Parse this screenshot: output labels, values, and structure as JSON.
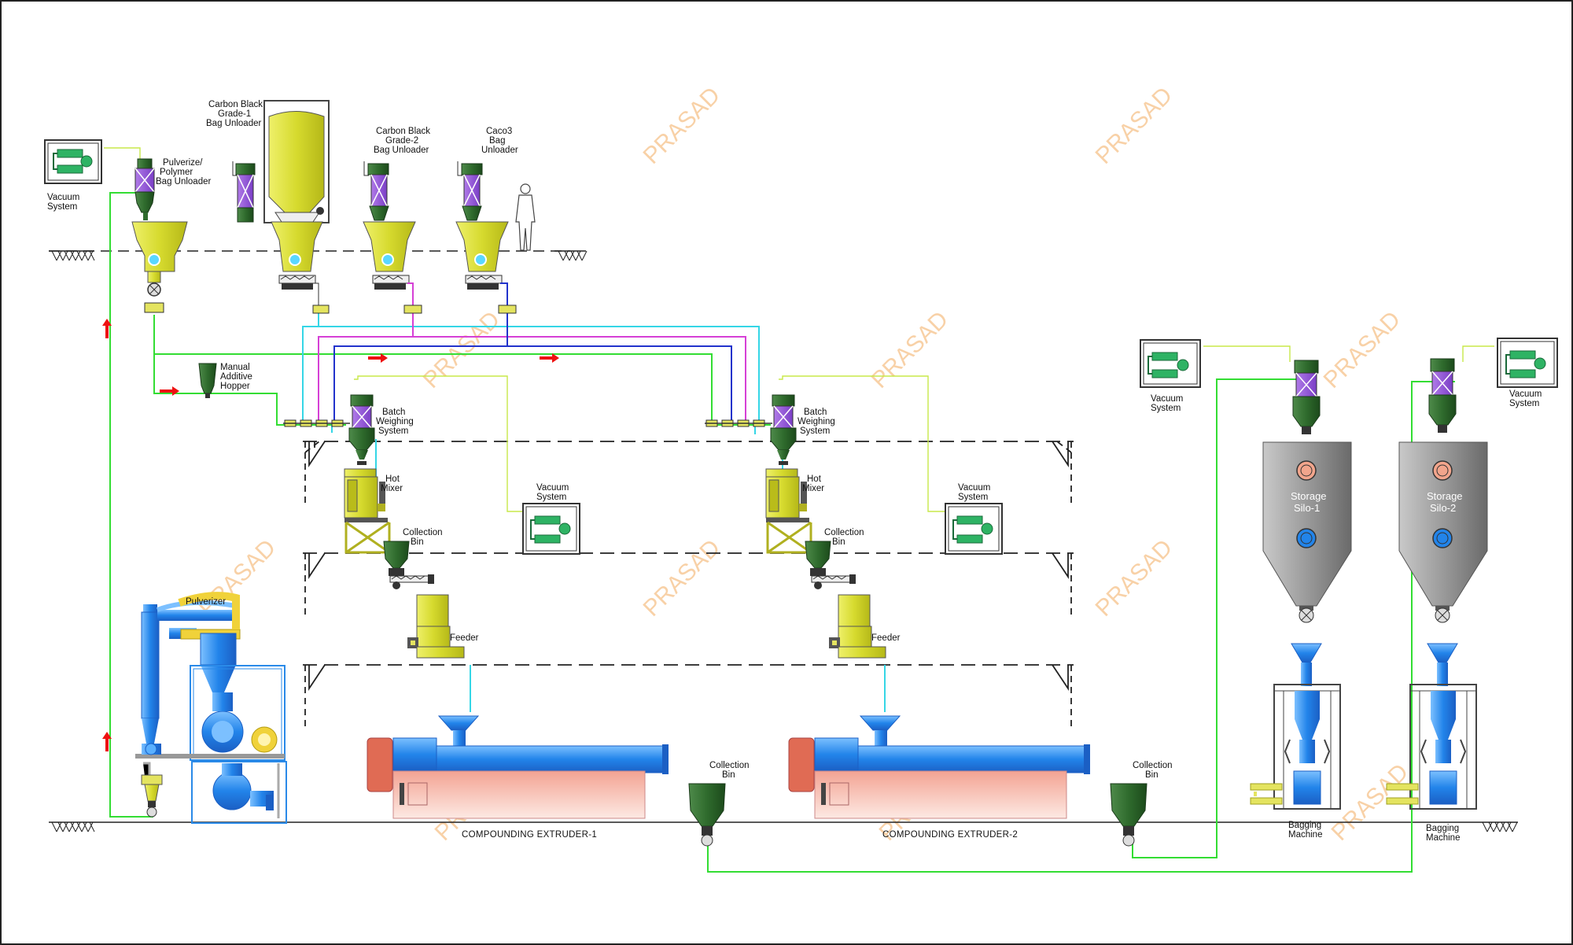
{
  "watermark": "PRASAD",
  "labels": {
    "vac_tl": [
      "Vacuum",
      "System"
    ],
    "pulverize": [
      "Pulverize/",
      "Polymer",
      "Bag Unloader"
    ],
    "cb1": [
      "Carbon Black",
      "Grade-1",
      "Bag  Unloader"
    ],
    "cb2": [
      "Carbon Black",
      "Grade-2",
      "Bag  Unloader"
    ],
    "caco3": [
      "Caco3",
      "Bag",
      "Unloader"
    ],
    "manual_additive": [
      "Manual",
      "Additive",
      "Hopper"
    ],
    "batch1": [
      "Batch",
      "Weighing",
      "System"
    ],
    "batch2": [
      "Batch",
      "Weighing",
      "System"
    ],
    "hotmixer1": [
      "Hot",
      "Mixer"
    ],
    "hotmixer2": [
      "Hot",
      "Mixer"
    ],
    "collbin1": [
      "Collection",
      "Bin"
    ],
    "collbin2": [
      "Collection",
      "Bin"
    ],
    "vac_mid1": [
      "Vacuum",
      "System"
    ],
    "vac_mid2": [
      "Vacuum",
      "System"
    ],
    "feeder1": "Feeder",
    "feeder2": "Feeder",
    "pulverizer": "Pulverizer",
    "extruder1": "COMPOUNDING EXTRUDER-1",
    "extruder2": "COMPOUNDING EXTRUDER-2",
    "collbin3": [
      "Collection",
      "Bin"
    ],
    "collbin4": [
      "Collection",
      "Bin"
    ],
    "vac_r1": [
      "Vacuum",
      "System"
    ],
    "vac_r2": [
      "Vacuum",
      "System"
    ],
    "silo1": [
      "Storage",
      "Silo-1"
    ],
    "silo2": [
      "Storage",
      "Silo-2"
    ],
    "bag1": [
      "Bagging",
      "Machine"
    ],
    "bag2": [
      "Bagging",
      "Machine"
    ]
  },
  "colors": {
    "equipment_yellow": "#d9dc3e",
    "vacuum_green": "#2e7d32",
    "conveying_line": "#33dd33",
    "cyan_line": "#35d6e6",
    "magenta_line": "#d640d6",
    "blue_line": "#2233cc",
    "flow_arrow": "#ee1111",
    "extruder_blue": "#2a8ae8",
    "extruder_base": "#f3b6a9",
    "silo_grey": "#8d8d8d",
    "watermark": "#f6c28a"
  },
  "icons": [
    "flow-arrow-icon",
    "ground-hatch-icon",
    "operator-figure-icon",
    "rotary-valve-icon"
  ]
}
